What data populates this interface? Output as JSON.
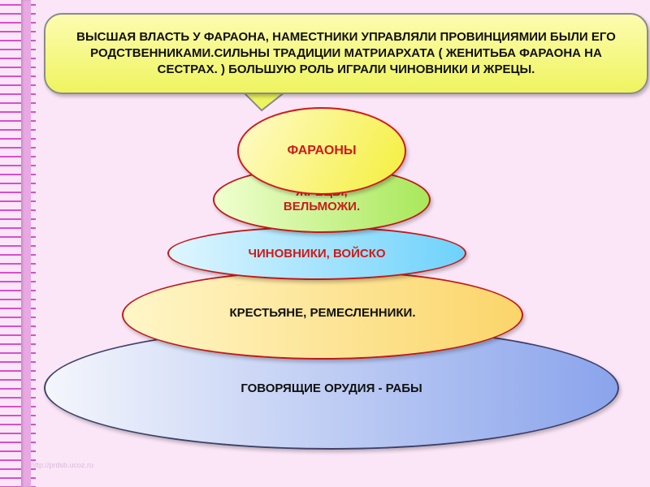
{
  "bubble": {
    "text": "ВЫСШАЯ ВЛАСТЬ У ФАРАОНА, НАМЕСТНИКИ УПРАВЛЯЛИ ПРОВИНЦИЯМИИ БЫЛИ ЕГО РОДСТВЕННИКАМИ.СИЛЬНЫ ТРАДИЦИИ МАТРИАРХАТА ( ЖЕНИТЬБА ФАРАОНА НА  СЕСТРАХ. ) БОЛЬШУЮ РОЛЬ ИГРАЛИ ЧИНОВНИКИ И  ЖРЕЦЫ."
  },
  "pyramid": {
    "level_1": "ФАРАОНЫ",
    "level_2": "ЖРЕЦЫ, ВЕЛЬМОЖИ.",
    "level_3": "ЧИНОВНИКИ, ВОЙСКО",
    "level_4": "КРЕСТЬЯНЕ, РЕМЕСЛЕННИКИ.",
    "level_5": "ГОВОРЯЩИЕ ОРУДИЯ  - РАБЫ"
  },
  "watermark": "http://prdsb.ucoz.ru",
  "colors": {
    "background": "#fbe6f8",
    "binding": "#d64fcf",
    "accent_red": "#d01a1a"
  }
}
